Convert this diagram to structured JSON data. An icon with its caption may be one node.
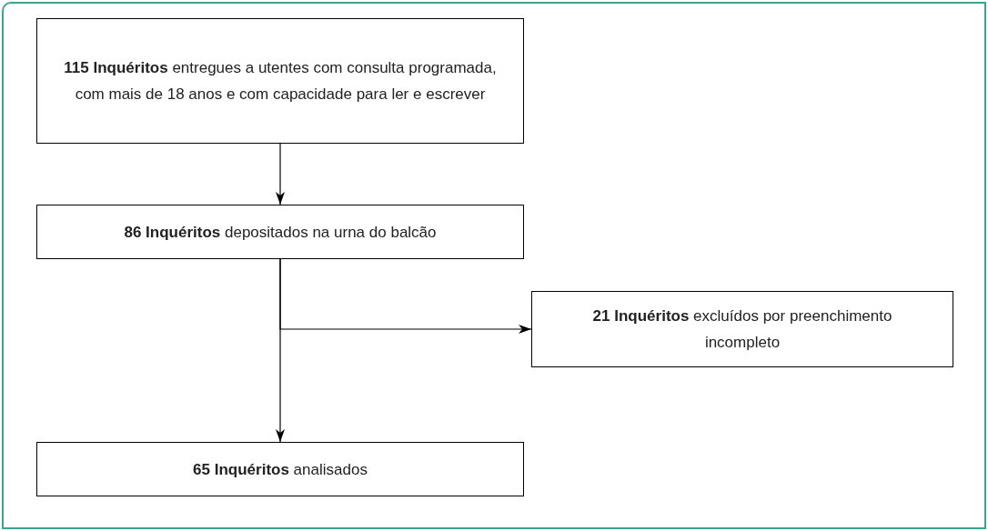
{
  "diagram": {
    "nodes": [
      {
        "text": [
          "**115 Inquéritos** entregues a utentes com consulta programada, com mais de 18 anos e com capacidade para ler e escrever"
        ]
      },
      {
        "text": [
          "**86 Inquéritos** depositados na urna do balcão"
        ]
      },
      {
        "text": [
          "**21 Inquéritos** excluídos por preenchimento incompleto"
        ]
      },
      {
        "text": [
          "**65 Inquéritos** analisados"
        ]
      }
    ],
    "edges": [
      {
        "from": 0,
        "to": 1,
        "arrow": "to"
      },
      {
        "from": 1,
        "to": 2,
        "arrow": "to"
      },
      {
        "from": 1,
        "to": 3,
        "arrow": "to"
      }
    ]
  }
}
